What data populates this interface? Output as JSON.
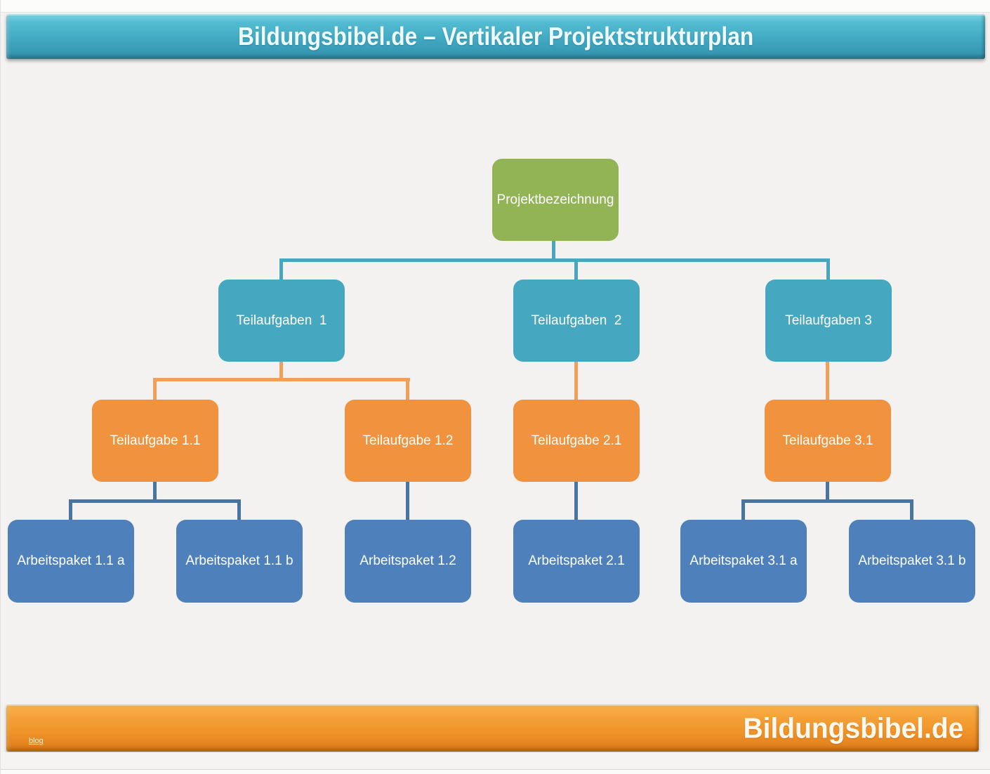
{
  "header": {
    "title": "Bildungsbibel.de – Vertikaler Projektstrukturplan"
  },
  "footer": {
    "brand": "Bildungsbibel.de",
    "blog_label": "blog"
  },
  "colors": {
    "background": "#F3F2F0",
    "header_teal": "#41A9C2",
    "footer_orange": "#EF9227",
    "node_green": "#92B455",
    "node_teal": "#45A8C0",
    "node_orange": "#F0923E",
    "node_blue": "#4E80BC",
    "connector_teal": "#4AA6BE",
    "connector_orange": "#EFA05B",
    "connector_blue": "#4A74A0"
  },
  "diagram": {
    "type": "vertical-project-structure-tree",
    "nodes": [
      {
        "id": "root",
        "label": "Projektbezeichnung",
        "level": 1,
        "color": "#92B455",
        "children": [
          "t1",
          "t2",
          "t3"
        ]
      },
      {
        "id": "t1",
        "label": "Teilaufgaben  1",
        "level": 2,
        "color": "#45A8C0",
        "children": [
          "t11",
          "t12"
        ]
      },
      {
        "id": "t2",
        "label": "Teilaufgaben  2",
        "level": 2,
        "color": "#45A8C0",
        "children": [
          "t21"
        ]
      },
      {
        "id": "t3",
        "label": "Teilaufgaben 3",
        "level": 2,
        "color": "#45A8C0",
        "children": [
          "t31"
        ]
      },
      {
        "id": "t11",
        "label": "Teilaufgabe 1.1",
        "level": 3,
        "color": "#F0923E",
        "children": [
          "a11a",
          "a11b"
        ]
      },
      {
        "id": "t12",
        "label": "Teilaufgabe 1.2",
        "level": 3,
        "color": "#F0923E",
        "children": [
          "a12"
        ]
      },
      {
        "id": "t21",
        "label": "Teilaufgabe 2.1",
        "level": 3,
        "color": "#F0923E",
        "children": [
          "a21"
        ]
      },
      {
        "id": "t31",
        "label": "Teilaufgabe 3.1",
        "level": 3,
        "color": "#F0923E",
        "children": [
          "a31a",
          "a31b"
        ]
      },
      {
        "id": "a11a",
        "label": "Arbeitspaket 1.1 a",
        "level": 4,
        "color": "#4E80BC",
        "children": []
      },
      {
        "id": "a11b",
        "label": "Arbeitspaket 1.1 b",
        "level": 4,
        "color": "#4E80BC",
        "children": []
      },
      {
        "id": "a12",
        "label": "Arbeitspaket 1.2",
        "level": 4,
        "color": "#4E80BC",
        "children": []
      },
      {
        "id": "a21",
        "label": "Arbeitspaket 2.1",
        "level": 4,
        "color": "#4E80BC",
        "children": []
      },
      {
        "id": "a31a",
        "label": "Arbeitspaket 3.1 a",
        "level": 4,
        "color": "#4E80BC",
        "children": []
      },
      {
        "id": "a31b",
        "label": "Arbeitspaket 3.1 b",
        "level": 4,
        "color": "#4E80BC",
        "children": []
      }
    ]
  }
}
